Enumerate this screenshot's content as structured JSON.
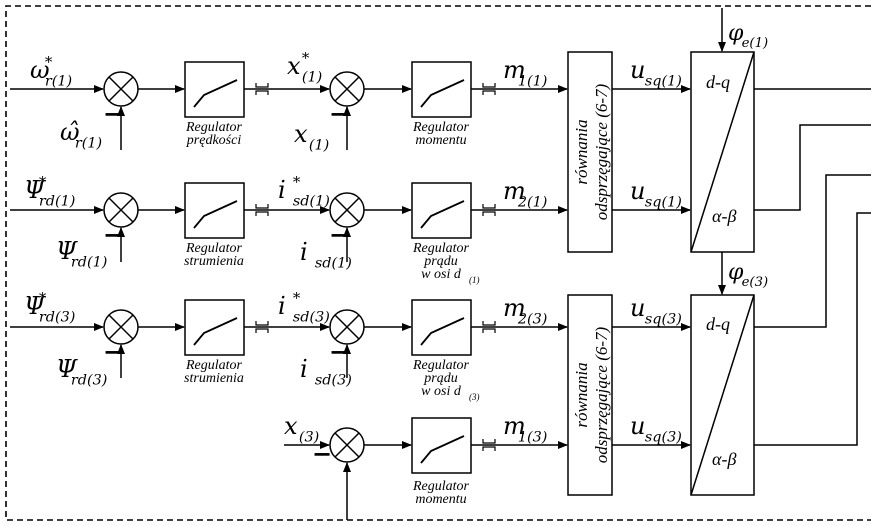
{
  "inputs": {
    "omega_ref": {
      "main": "ω",
      "sup": "*",
      "sub": "r(1)"
    },
    "omega_fb": {
      "main": "ω̂",
      "sub": "r(1)"
    },
    "x1_ref": {
      "main": "x",
      "sup": "*",
      "sub": "(1)"
    },
    "x1_fb": {
      "main": "x",
      "sub": "(1)"
    },
    "psi1_ref": {
      "main": "Ψ",
      "sup": "*",
      "sub": "rd(1)"
    },
    "psi1_fb": {
      "main": "Ψ",
      "sub": "rd(1)"
    },
    "isd1_ref": {
      "main": "i",
      "sup": "*",
      "sub": "sd(1)"
    },
    "isd1_fb": {
      "main": "i",
      "sub": "sd(1)"
    },
    "psi3_ref": {
      "main": "Ψ",
      "sup": "*",
      "sub": "rd(3)"
    },
    "psi3_fb": {
      "main": "Ψ",
      "sub": "rd(3)"
    },
    "isd3_ref": {
      "main": "i",
      "sup": "*",
      "sub": "sd(3)"
    },
    "isd3_fb": {
      "main": "i",
      "sub": "sd(3)"
    },
    "x3": {
      "main": "x",
      "sub": "(3)"
    }
  },
  "outputs": {
    "m11": {
      "main": "m",
      "sub": "1(1)"
    },
    "m21": {
      "main": "m",
      "sub": "2(1)"
    },
    "m23": {
      "main": "m",
      "sub": "2(3)"
    },
    "m13": {
      "main": "m",
      "sub": "1(3)"
    },
    "usq1a": {
      "main": "u",
      "sub": "sq(1)"
    },
    "usq1b": {
      "main": "u",
      "sub": "sq(1)"
    },
    "usq3a": {
      "main": "u",
      "sub": "sq(3)"
    },
    "usq3b": {
      "main": "u",
      "sub": "sq(3)"
    },
    "phi1": {
      "main": "φ",
      "sub": "e(1)"
    },
    "phi3": {
      "main": "φ",
      "sub": "e(3)"
    }
  },
  "regulators": {
    "speed": [
      "Regulator",
      "prędkości"
    ],
    "torque1": [
      "Regulator",
      "momentu"
    ],
    "flux1": [
      "Regulator",
      "strumienia"
    ],
    "current1": [
      "Regulator",
      "prądu",
      "w osi d"
    ],
    "current1_sub": "(1)",
    "flux3": [
      "Regulator",
      "strumienia"
    ],
    "current3": [
      "Regulator",
      "prądu",
      "w osi d"
    ],
    "current3_sub": "(3)",
    "torque3": [
      "Regulator",
      "momentu"
    ]
  },
  "decoupling": {
    "line1": "równania",
    "line2": "odsprzęgające (6-7)"
  },
  "transform": {
    "top": "d-q",
    "bottom": "α-β"
  },
  "minus": "−"
}
